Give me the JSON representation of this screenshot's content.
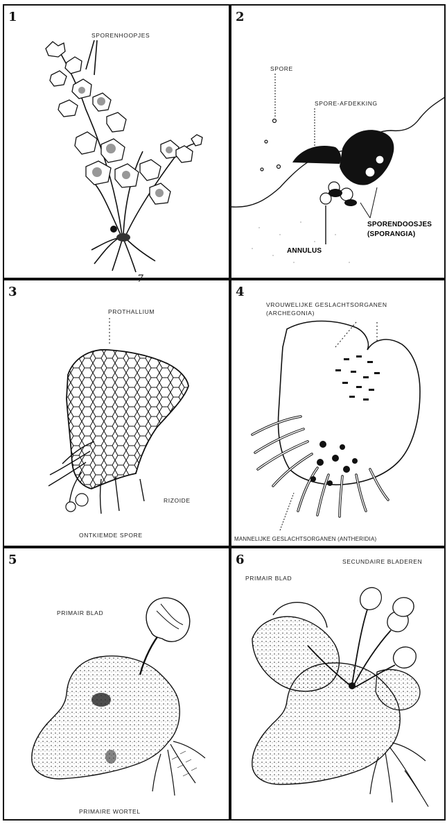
{
  "panels": [
    {
      "number": "1",
      "labels": {
        "sporenhoopjes": "SPORENHOOPJES"
      }
    },
    {
      "number": "2",
      "labels": {
        "spore": "SPORE",
        "sporebedekking": "SPORE-AFDEKKING",
        "sporendoosjes": "SPORENDOOSJES",
        "sporangia": "(SPORANGIA)",
        "annulus": "ANNULUS"
      }
    },
    {
      "number": "3",
      "labels": {
        "prothallium": "PROTHALLIUM",
        "rizoide": "RIZOIDE",
        "ontkiemde_spore": "ONTKIEMDE SPORE"
      }
    },
    {
      "number": "4",
      "labels": {
        "vrouwelijke": "VROUWELIJKE GESLACHTSORGANEN",
        "archegonia": "(ARCHEGONIA)",
        "mannelijke": "MANNELIJKE GESLACHTSORGANEN (ANTHERIDIA)"
      }
    },
    {
      "number": "5",
      "labels": {
        "primair_blad": "PRIMAIR BLAD",
        "primaire_wortel": "PRIMAIRE WORTEL"
      }
    },
    {
      "number": "6",
      "labels": {
        "secundaire_bladeren": "SECUNDAIRE BLADEREN",
        "primair_blad": "PRIMAIR BLAD"
      }
    }
  ],
  "stray_mark": "7"
}
